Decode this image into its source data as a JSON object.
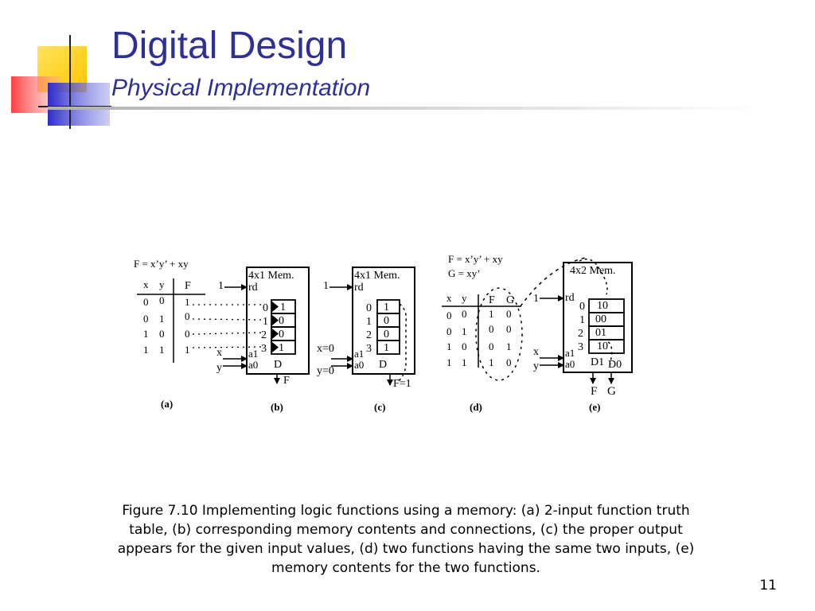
{
  "slide": {
    "title": "Digital Design",
    "subtitle": "Physical Implementation",
    "number": "11"
  },
  "colors": {
    "title": "#2e3192",
    "accent_yellow": "#ffcc00",
    "accent_red": "#ff3b3b",
    "accent_blue": "#3333cc"
  },
  "figure": {
    "a": {
      "equation": "F = x’y’ + xy",
      "headers": [
        "x",
        "y",
        "F"
      ],
      "rows": [
        [
          "0",
          "0",
          "1"
        ],
        [
          "0",
          "1",
          "0"
        ],
        [
          "1",
          "0",
          "0"
        ],
        [
          "1",
          "1",
          "1"
        ]
      ],
      "label": "(a)"
    },
    "b": {
      "mem_title": "4x1 Mem.",
      "rd_value": "1",
      "rd": "rd",
      "addresses": [
        "0",
        "1",
        "2",
        "3"
      ],
      "contents": [
        "1",
        "0",
        "0",
        "1"
      ],
      "in_x": "x",
      "in_y": "y",
      "a1": "a1",
      "a0": "a0",
      "data": "D",
      "output": "F",
      "label": "(b)"
    },
    "c": {
      "mem_title": "4x1 Mem.",
      "rd_value": "1",
      "rd": "rd",
      "addresses": [
        "0",
        "1",
        "2",
        "3"
      ],
      "contents": [
        "1",
        "0",
        "0",
        "1"
      ],
      "in_x": "x=0",
      "in_y": "y=0",
      "a1": "a1",
      "a0": "a0",
      "data": "D",
      "output": "F=1",
      "label": "(c)"
    },
    "d": {
      "eq_f": "F = x’y’ + xy",
      "eq_g": "G = xy’",
      "headers": [
        "x",
        "y",
        "F",
        "G"
      ],
      "rows": [
        [
          "0",
          "0",
          "1",
          "0"
        ],
        [
          "0",
          "1",
          "0",
          "0"
        ],
        [
          "1",
          "0",
          "0",
          "1"
        ],
        [
          "1",
          "1",
          "1",
          "0"
        ]
      ],
      "label": "(d)"
    },
    "e": {
      "mem_title": "4x2 Mem.",
      "rd_value": "1",
      "rd": "rd",
      "addresses": [
        "0",
        "1",
        "2",
        "3"
      ],
      "contents": [
        "10",
        "00",
        "01",
        "10"
      ],
      "in_x": "x",
      "in_y": "y",
      "a1": "a1",
      "a0": "a0",
      "d1": "D1",
      "d0": "D0",
      "out_f": "F",
      "out_g": "G",
      "label": "(e)"
    }
  },
  "caption": "Figure 7.10 Implementing logic functions using a memory: (a) 2-input function truth table, (b) corresponding memory contents and connections, (c) the proper output appears for the given input values, (d) two functions having the same two inputs, (e) memory contents for the two functions."
}
